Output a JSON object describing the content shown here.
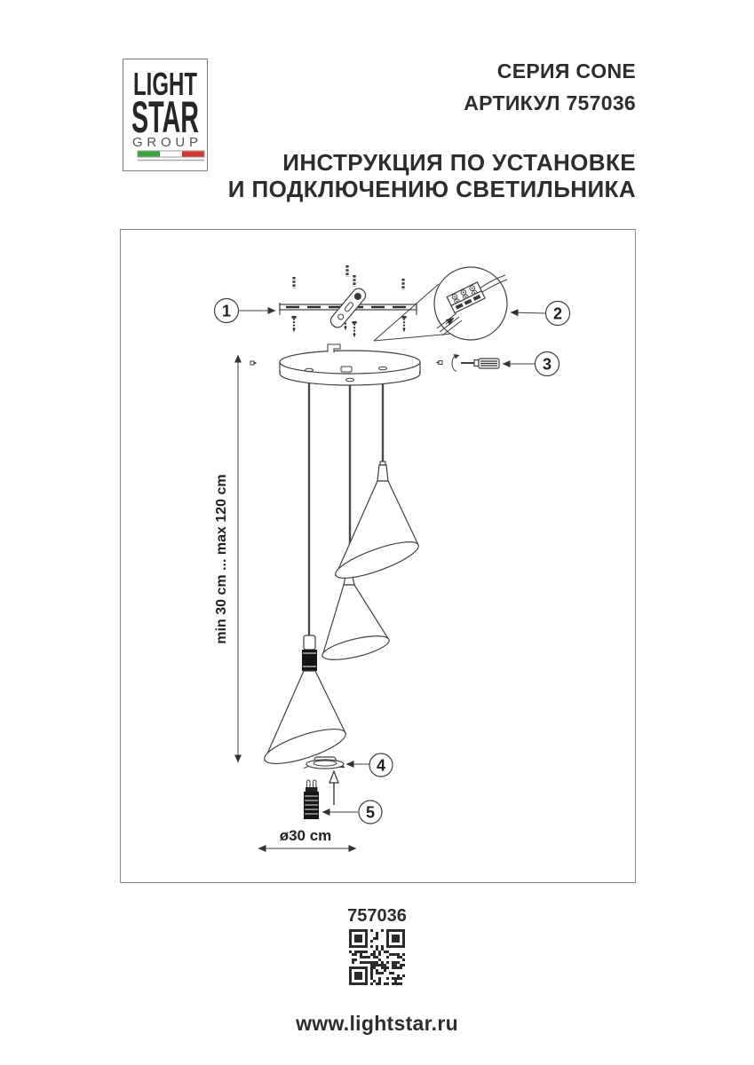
{
  "header": {
    "series": "СЕРИЯ CONE",
    "article": "АРТИКУЛ 757036",
    "instruction_line1": "ИНСТРУКЦИЯ ПО УСТАНОВКЕ",
    "instruction_line2": "И ПОДКЛЮЧЕНИЮ СВЕТИЛЬНИКА"
  },
  "logo": {
    "line1": "LIGHT",
    "line2": "STAR",
    "line3": "GROUP"
  },
  "diagram": {
    "callouts": [
      "1",
      "2",
      "3",
      "4",
      "5"
    ],
    "dim_vertical": "min 30 cm ... max 120 cm",
    "dim_diameter": "ø30 cm"
  },
  "footer": {
    "article_number": "757036",
    "website": "www.lightstar.ru",
    "qr_icon": "qr-code"
  },
  "colors": {
    "flag_green": "#3aa63f",
    "flag_red": "#d8372e",
    "line": "#3f3f3f",
    "text": "#2d2d2d"
  }
}
